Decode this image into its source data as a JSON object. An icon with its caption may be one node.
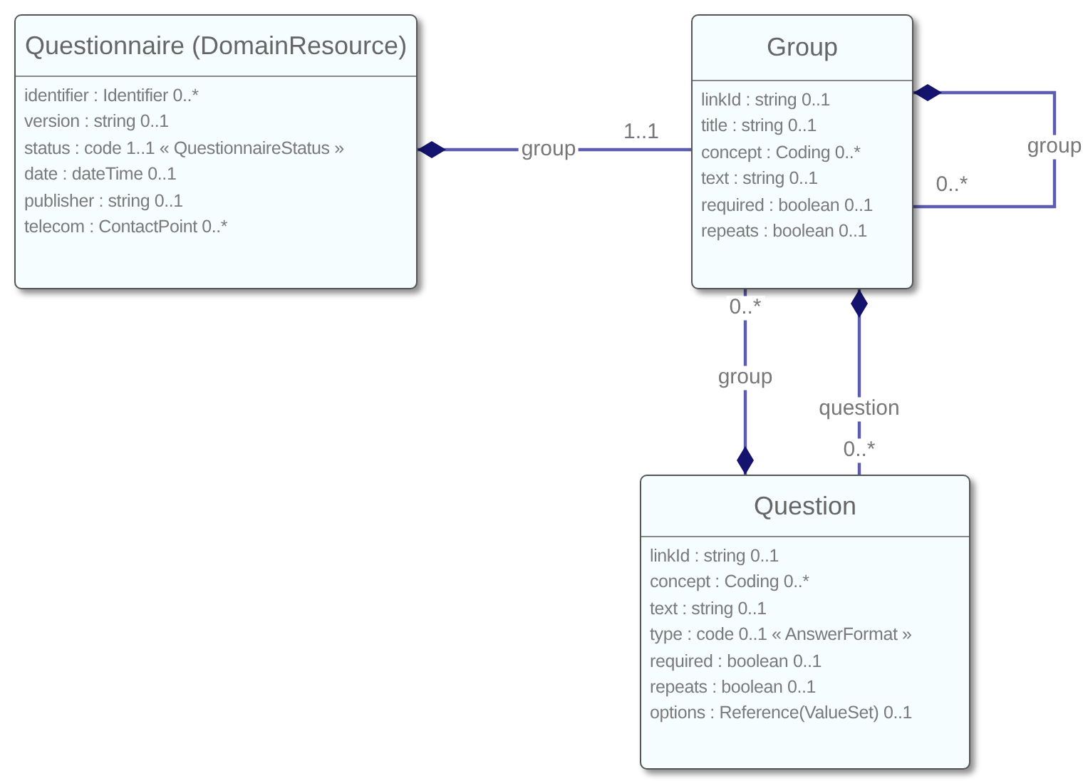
{
  "diagram": {
    "nodes": [
      {
        "text": [
          "Questionnaire (DomainResource)",
          "identifier : Identifier 0..*",
          "version : string 0..1",
          "status : code 1..1 « QuestionnaireStatus »",
          "date : dateTime 0..1",
          "publisher : string 0..1",
          "telecom : ContactPoint 0..*"
        ]
      },
      {
        "text": [
          "Group",
          "linkId : string 0..1",
          "title : string 0..1",
          "concept : Coding 0..*",
          "text : string 0..1",
          "required : boolean 0..1",
          "repeats : boolean 0..1"
        ]
      },
      {
        "text": [
          "Question",
          "linkId : string 0..1",
          "concept : Coding 0..*",
          "text : string 0..1",
          "type : code 0..1 « AnswerFormat »",
          "required : boolean 0..1",
          "repeats : boolean 0..1",
          "options : Reference(ValueSet) 0..1"
        ]
      }
    ],
    "edges": [
      {
        "from": 0,
        "to": 1,
        "arrow": "other",
        "label": "group"
      },
      {
        "from": 1,
        "to": 1,
        "arrow": "other",
        "label": "group"
      },
      {
        "from": 2,
        "to": 1,
        "arrow": "other",
        "label": "group"
      },
      {
        "from": 1,
        "to": 2,
        "arrow": "other",
        "label": "question"
      }
    ],
    "labels": [
      "1..1",
      "0..*",
      "0..*",
      "0..*"
    ]
  }
}
